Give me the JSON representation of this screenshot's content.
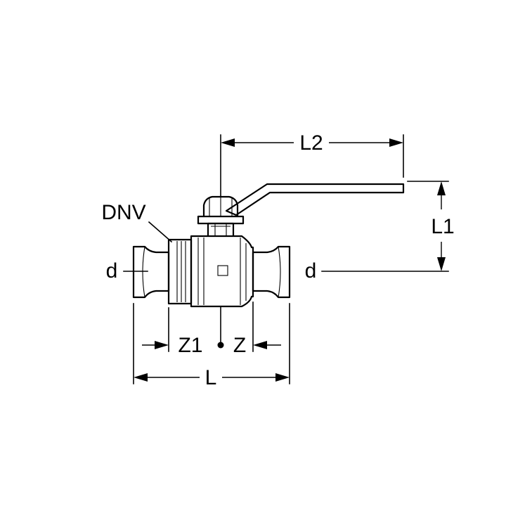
{
  "labels": {
    "l2": "L2",
    "l1": "L1",
    "dnv": "DNV",
    "d_left": "d",
    "d_right": "d",
    "z1": "Z1",
    "z": "Z",
    "l": "L"
  }
}
